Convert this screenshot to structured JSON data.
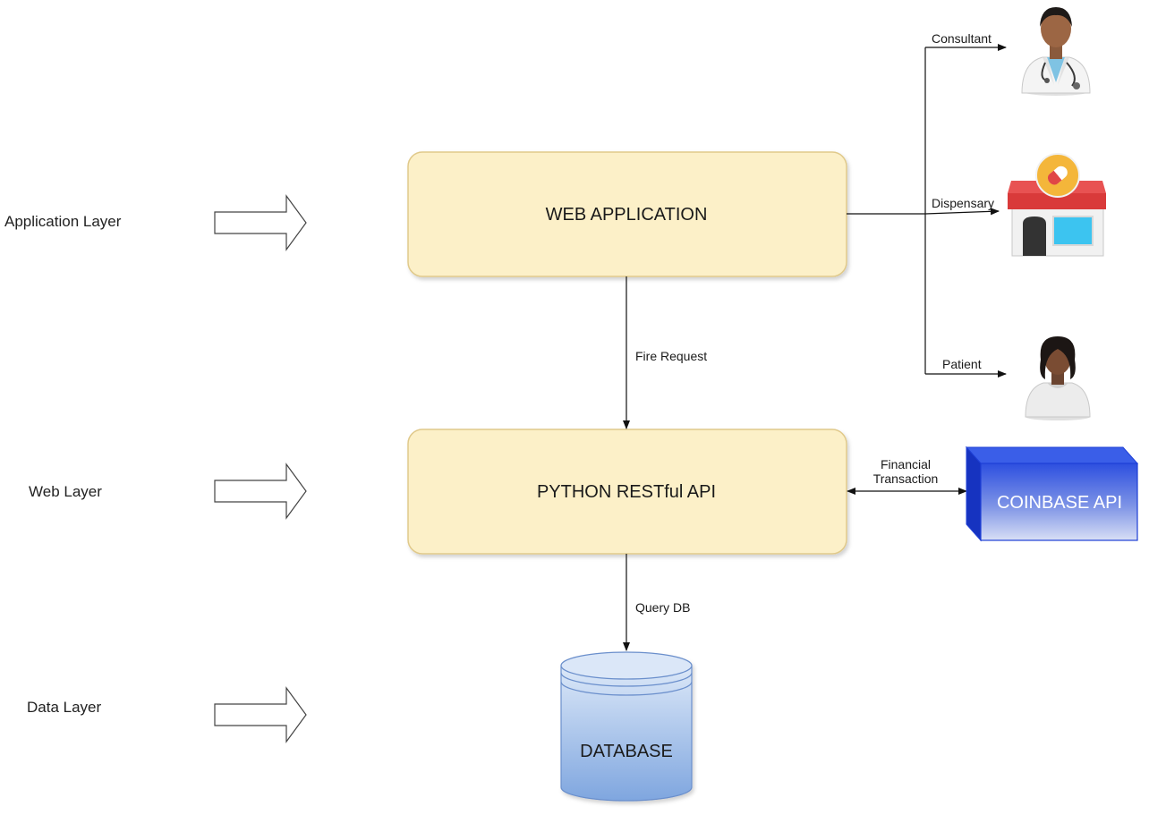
{
  "layers": {
    "application": "Application Layer",
    "web": "Web Layer",
    "data": "Data Layer"
  },
  "nodes": {
    "web_app": "WEB APPLICATION",
    "api": "PYTHON RESTful API",
    "coinbase": "COINBASE API",
    "database": "DATABASE"
  },
  "actors": {
    "consultant": "Consultant",
    "dispensary": "Dispensary",
    "patient": "Patient"
  },
  "edges": {
    "fire_request": "Fire Request",
    "financial_line1": "Financial",
    "financial_line2": "Transaction",
    "query_db": "Query DB"
  },
  "icons": {
    "consultant": "doctor-icon",
    "dispensary": "pharmacy-store-icon",
    "patient": "patient-icon"
  },
  "colors": {
    "box_fill": "#fcf0c8",
    "box_stroke": "#e0c98a",
    "coinbase_dark": "#1e3fd6",
    "db_blue": "#8fb4e6"
  }
}
